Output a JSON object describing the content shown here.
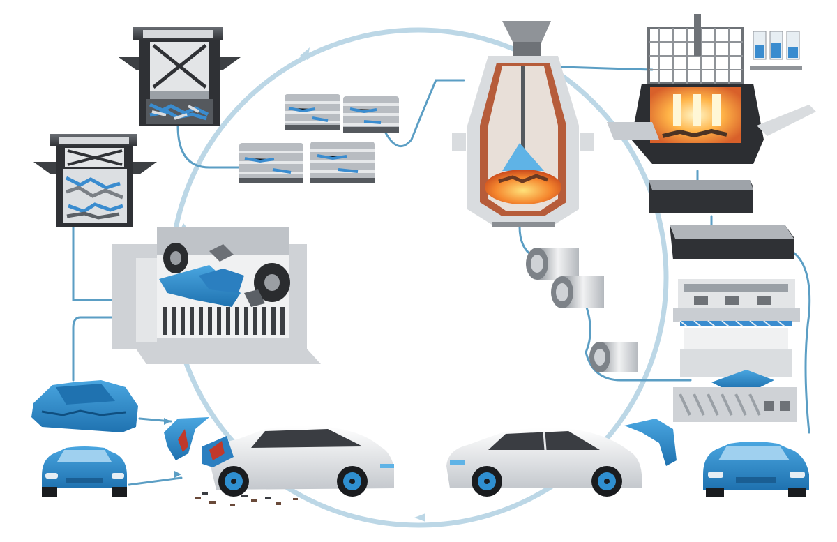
{
  "diagram": {
    "colors": {
      "cycle": "#bcd7e6",
      "connector": "#5b9ec4",
      "accent": "#2f8fd0",
      "accent_dark": "#1e6fa8",
      "steel_light": "#e9ebed",
      "steel_mid": "#b9bdc2",
      "steel_dark": "#4a4d52",
      "molten": "#f07a2a",
      "molten_hot": "#ffd86a"
    },
    "nodes": [
      {
        "id": "scrap-press-top",
        "icon": "baling-press-icon"
      },
      {
        "id": "scrap-press-left",
        "icon": "baling-press-icon"
      },
      {
        "id": "scrap-bales",
        "icon": "scrap-bales-icon"
      },
      {
        "id": "shredder",
        "icon": "shredder-icon"
      },
      {
        "id": "basic-oxygen-furnace",
        "icon": "converter-furnace-icon"
      },
      {
        "id": "electric-arc-furnace",
        "icon": "arc-furnace-icon"
      },
      {
        "id": "steel-slab-upper",
        "icon": "steel-slab-icon"
      },
      {
        "id": "steel-slab-lower",
        "icon": "steel-slab-icon"
      },
      {
        "id": "steel-coils",
        "icon": "steel-coil-icon"
      },
      {
        "id": "stamping-press",
        "icon": "stamping-press-icon"
      },
      {
        "id": "crushed-body",
        "icon": "crushed-car-body-icon"
      },
      {
        "id": "blue-car-left",
        "icon": "car-front-icon"
      },
      {
        "id": "blue-car-right",
        "icon": "car-front-icon"
      },
      {
        "id": "crashed-car",
        "icon": "wrecked-car-icon"
      },
      {
        "id": "new-car",
        "icon": "new-car-icon"
      }
    ]
  }
}
